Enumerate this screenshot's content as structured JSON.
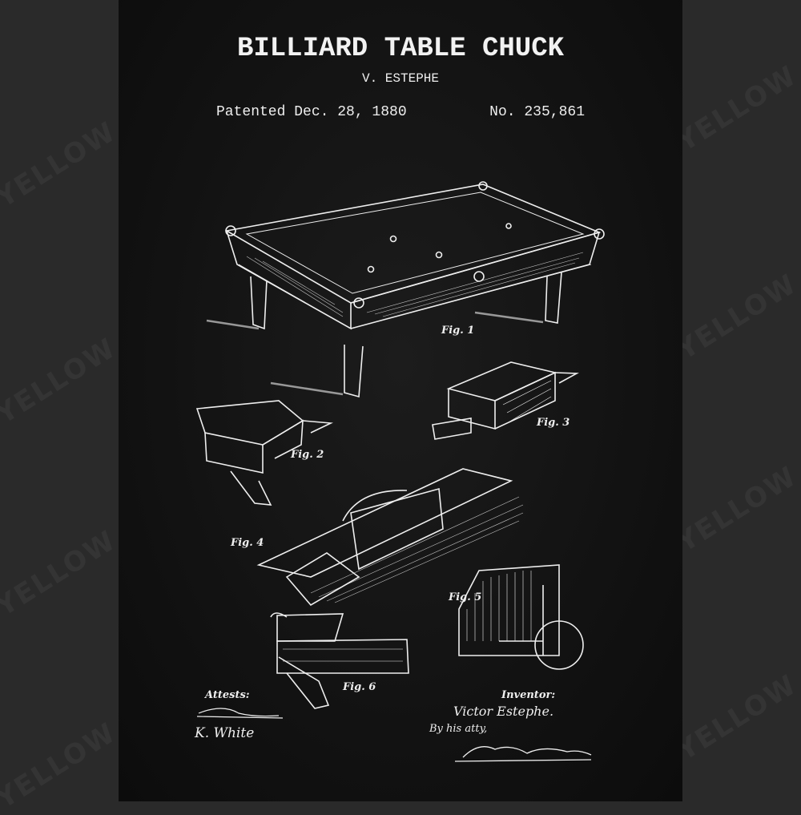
{
  "poster": {
    "title": "BILLIARD TABLE CHUCK",
    "inventor_name": "V. ESTEPHE",
    "patent_date": "Patented Dec. 28, 1880",
    "patent_number": "No. 235,861",
    "figures": [
      "Fig. 1",
      "Fig. 2",
      "Fig. 3",
      "Fig. 4",
      "Fig. 5",
      "Fig. 6"
    ],
    "attests_label": "Attests:",
    "witness_signature": "K. White",
    "inventor_label": "Inventor:",
    "inventor_signature": "Victor Estephe.",
    "attorney_line": "By his atty,"
  },
  "watermark": "YELLOW OCTOPUS",
  "colors": {
    "background": "#2a2a2a",
    "poster": "#121212",
    "ink": "#f0f0f0"
  }
}
